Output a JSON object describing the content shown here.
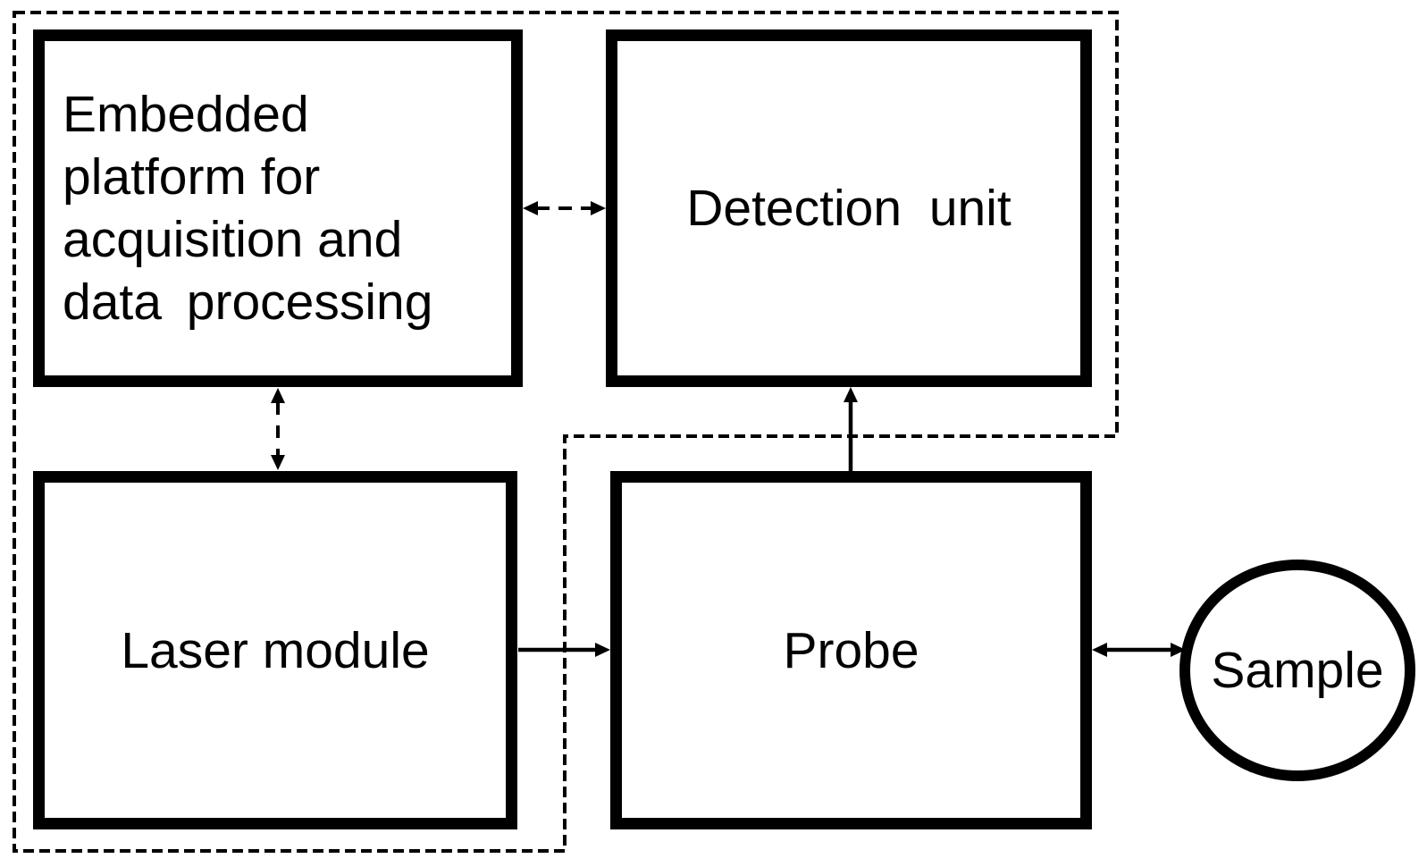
{
  "diagram": {
    "type": "block-diagram",
    "colors": {
      "line": "#000000",
      "background": "#ffffff",
      "node_fill": "#ffffff"
    },
    "nodes": {
      "embedded_platform": {
        "shape": "rectangle",
        "lines": [
          "Embedded",
          "platform for",
          "acquisition and",
          "data processing"
        ]
      },
      "detection_unit": {
        "shape": "rectangle",
        "label": "Detection unit"
      },
      "laser_module": {
        "shape": "rectangle",
        "label": "Laser module"
      },
      "probe": {
        "shape": "rectangle",
        "label": "Probe"
      },
      "sample": {
        "shape": "ellipse",
        "label": "Sample"
      }
    },
    "boundary": {
      "style": "dashed",
      "shape": "L-shaped dashed outline",
      "encloses": [
        "embedded_platform",
        "detection_unit",
        "laser_module"
      ],
      "excludes": [
        "probe",
        "sample"
      ]
    },
    "connections": [
      {
        "from": "embedded_platform",
        "to": "detection_unit",
        "style": "dashed",
        "direction": "bidirectional",
        "orientation": "horizontal"
      },
      {
        "from": "embedded_platform",
        "to": "laser_module",
        "style": "dashed",
        "direction": "bidirectional",
        "orientation": "vertical"
      },
      {
        "from": "laser_module",
        "to": "probe",
        "style": "solid",
        "direction": "forward",
        "orientation": "horizontal"
      },
      {
        "from": "probe",
        "to": "detection_unit",
        "style": "solid",
        "direction": "forward",
        "orientation": "vertical"
      },
      {
        "from": "probe",
        "to": "sample",
        "style": "solid",
        "direction": "bidirectional",
        "orientation": "horizontal"
      }
    ]
  }
}
